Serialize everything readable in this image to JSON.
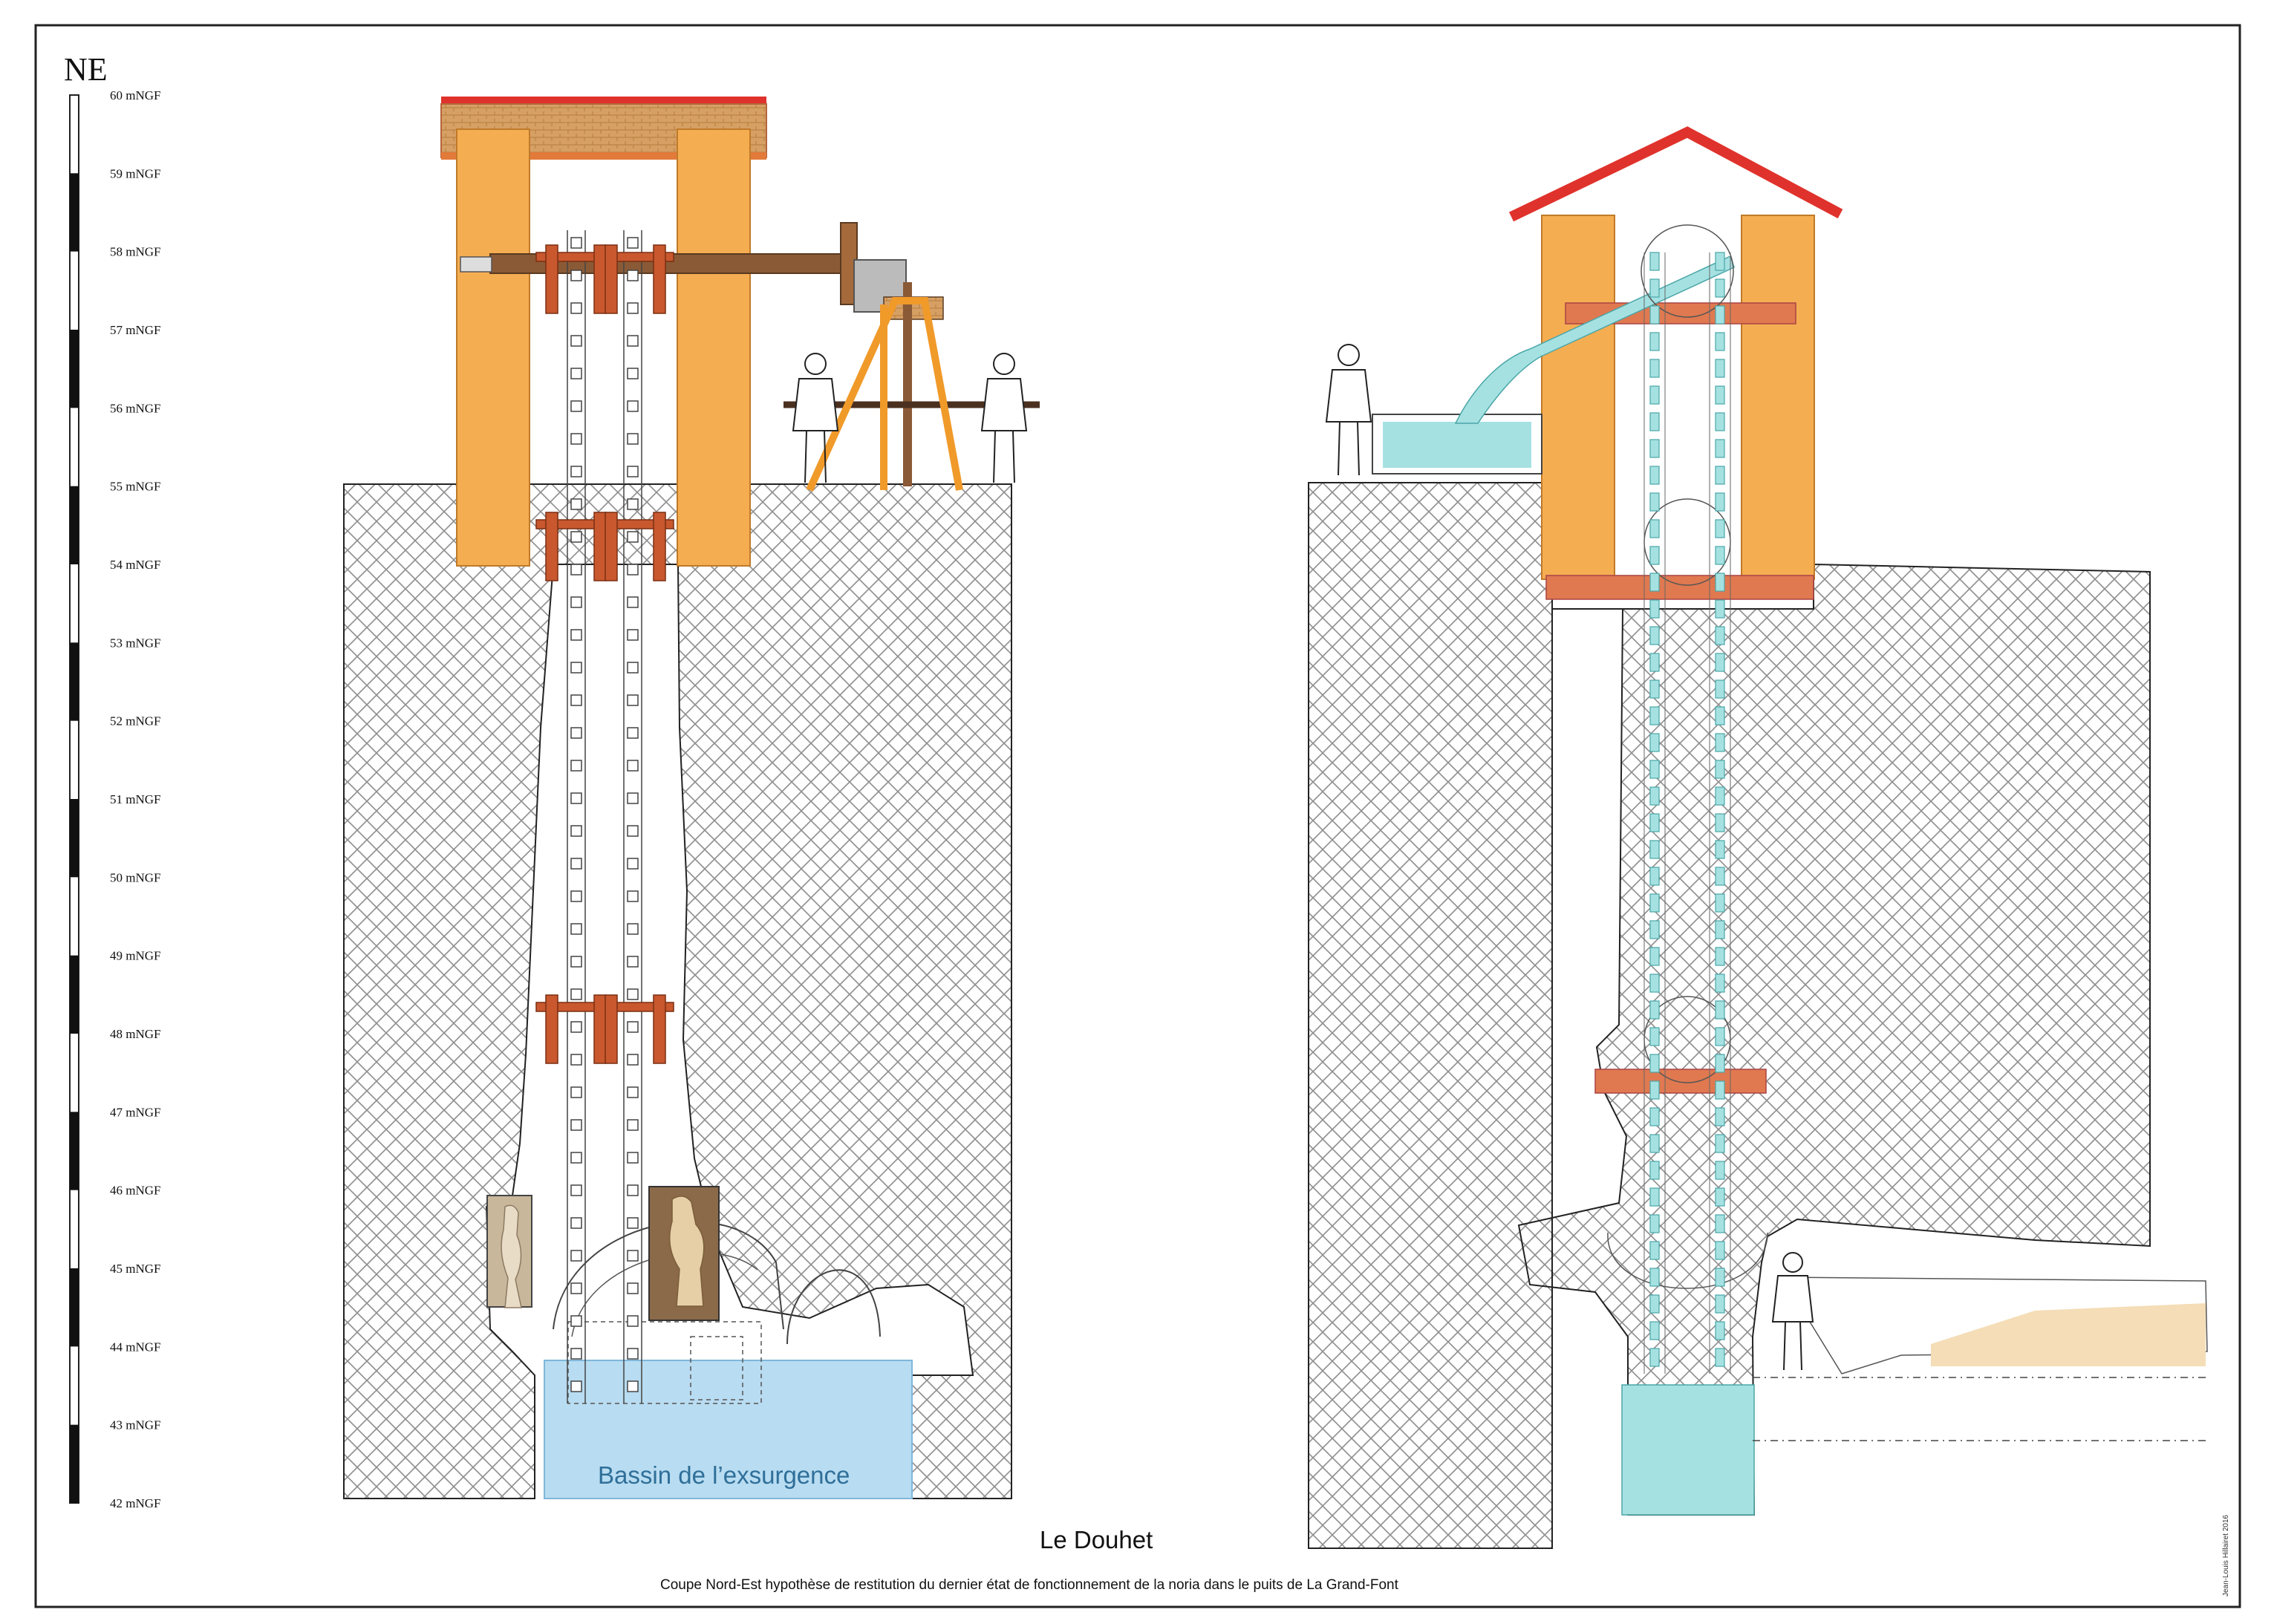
{
  "orientation_label": "NE",
  "scale_labels": [
    "60 mNGF",
    "59 mNGF",
    "58 mNGF",
    "57 mNGF",
    "56 mNGF",
    "55 mNGF",
    "54 mNGF",
    "53 mNGF",
    "52 mNGF",
    "51 mNGF",
    "50 mNGF",
    "49 mNGF",
    "48 mNGF",
    "47 mNGF",
    "46 mNGF",
    "45 mNGF",
    "44 mNGF",
    "43 mNGF",
    "42 mNGF"
  ],
  "basin_label": "Bassin de l’exsurgence",
  "title": "Le Douhet",
  "subtitle": "Coupe  Nord-Est hypothèse de restitution du dernier état de fonctionnement de la noria dans le puits de La Grand-Font",
  "credit": "Jean-Louis Hillairet 2016",
  "colors": {
    "frame_orange": "#f5ad52",
    "beam_rust": "#c9582e",
    "roof_red": "#e0322c",
    "roof_tan": "#d9a262",
    "shaft_brown": "#8a5a36",
    "rock_hatch": "#9a9a9a",
    "water_blue": "#b8dcf1",
    "water_teal": "#a6e1e2",
    "support_orange": "#f09a2a"
  }
}
